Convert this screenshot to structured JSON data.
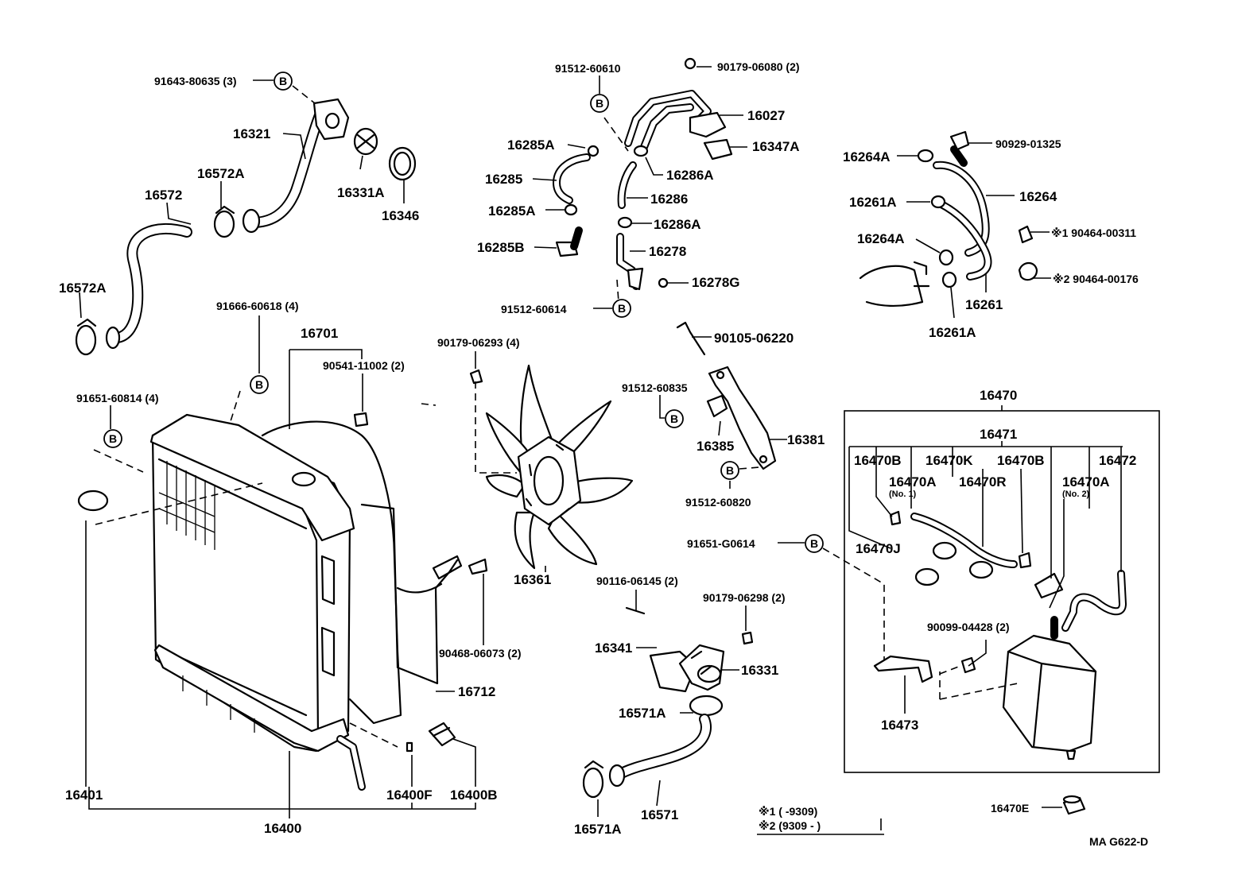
{
  "labels": {
    "p91643_80635": "91643-80635 (3)",
    "p16321": "16321",
    "p16572A_top": "16572A",
    "p16572": "16572",
    "p16331A": "16331A",
    "p16346": "16346",
    "p16572A_left": "16572A",
    "p91512_60610": "91512-60610",
    "p90179_06080": "90179-06080 (2)",
    "p16027": "16027",
    "p16347A": "16347A",
    "p16285A_top": "16285A",
    "p16286A_top": "16286A",
    "p16285": "16285",
    "p16286": "16286",
    "p16285A_bot": "16285A",
    "p16286A_bot": "16286A",
    "p16285B": "16285B",
    "p16278": "16278",
    "p16278G": "16278G",
    "p91512_60614": "91512-60614",
    "p16264A_top": "16264A",
    "p90929_01325": "90929-01325",
    "p16264": "16264",
    "p16261A_top": "16261A",
    "p16264A_mid": "16264A",
    "p90464_00311": "※1 90464-00311",
    "p90464_00176": "※2 90464-00176",
    "p16261": "16261",
    "p16261A_bot": "16261A",
    "p91666_60618": "91666-60618 (4)",
    "p16701": "16701",
    "p90541_11002": "90541-11002 (2)",
    "p91651_60814": "91651-60814 (4)",
    "p90179_06293": "90179-06293 (4)",
    "p90105_06220": "90105-06220",
    "p91512_60835": "91512-60835",
    "p16385": "16385",
    "p16381": "16381",
    "p91512_60820": "91512-60820",
    "p16361": "16361",
    "p91651_G0614": "91651-G0614",
    "p90116_06145": "90116-06145 (2)",
    "p90179_06298": "90179-06298 (2)",
    "p16341": "16341",
    "p16331": "16331",
    "p90468_06073": "90468-06073 (2)",
    "p16712": "16712",
    "p16571A_mid": "16571A",
    "p16571": "16571",
    "p16571A_bot": "16571A",
    "p16401": "16401",
    "p16400F": "16400F",
    "p16400B": "16400B",
    "p16400": "16400",
    "p16470": "16470",
    "p16471": "16471",
    "p16470B_a": "16470B",
    "p16470K": "16470K",
    "p16470B_b": "16470B",
    "p16472": "16472",
    "p16470A_1": "16470A",
    "p16470A_1_note": "(No. 1)",
    "p16470R": "16470R",
    "p16470A_2": "16470A",
    "p16470A_2_note": "(No. 2)",
    "p16470J": "16470J",
    "p90099_04428": "90099-04428 (2)",
    "p16473": "16473",
    "p16470E": "16470E",
    "note1": "※1 (        -9309)",
    "note2": "※2 (9309 -        )",
    "drawing_code": "MA  G622-D",
    "b_marker": "B"
  }
}
